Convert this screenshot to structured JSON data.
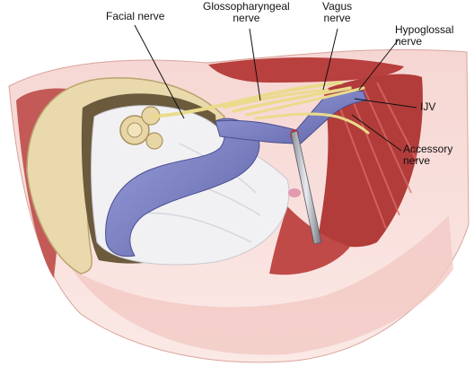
{
  "labels": {
    "facial": "Facial nerve",
    "glossopharyngeal": "Glossopharyngeal\nnerve",
    "vagus": "Vagus\nnerve",
    "hypoglossal": "Hypoglossal\nnerve",
    "ijv": "IJV",
    "accessory": "Accessory\nnerve"
  },
  "colors": {
    "skin": "#f2c8c3",
    "muscle": "#b8403e",
    "bone": "#e9d9ad",
    "vein": "#7e84c6",
    "nerve": "#eadb8c",
    "dura": "#f1f1f4"
  }
}
